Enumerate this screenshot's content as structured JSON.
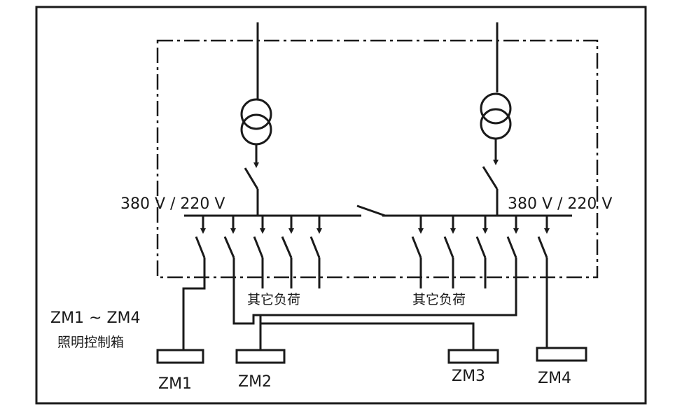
{
  "diagram": {
    "voltage_left": "380 V / 220 V",
    "voltage_right": "380 V / 220 V",
    "other_loads_left": "其它负荷",
    "other_loads_right": "其它负荷",
    "boxes_range": "ZM1 ~ ZM4",
    "boxes_desc": "照明控制箱",
    "boxes": [
      "ZM1",
      "ZM2",
      "ZM3",
      "ZM4"
    ]
  }
}
